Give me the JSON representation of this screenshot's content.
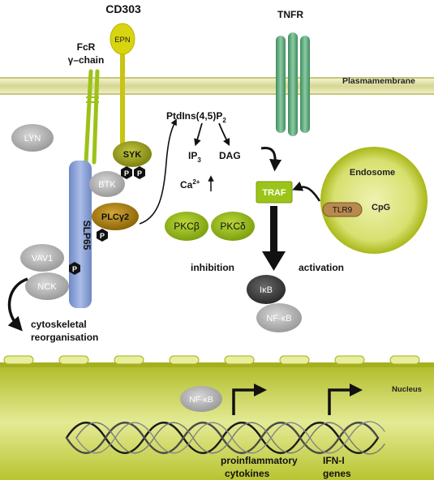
{
  "labels": {
    "cd303": "CD303",
    "epn": "EPN",
    "fcr_line1": "FcR",
    "fcr_line2": "γ–chain",
    "tnfr": "TNFR",
    "plasmamembrane": "Plasmamembrane",
    "ptdins": "PtdIns(4,5)P",
    "ptdins_sub": "2",
    "ip3": "IP",
    "ip3_sub": "3",
    "dag": "DAG",
    "ca": "Ca",
    "ca_sup": "2+",
    "pkcb": "PKCβ",
    "pkcd": "PKCδ",
    "inhibition": "inhibition",
    "activation": "activation",
    "lyn": "LYN",
    "syk": "SYK",
    "btk": "BTK",
    "plcg2": "PLCγ2",
    "slp65": "SLP65",
    "vav1": "VAV1",
    "nck": "NCK",
    "p": "P",
    "cyto_line1": "cytoskeletal",
    "cyto_line2": "reorganisation",
    "endosome": "Endosome",
    "tlr9": "TLR9",
    "cpg": "CpG",
    "traf": "TRAF",
    "ikb": "IκB",
    "nfkb": "NF-κB",
    "nfkb_nucleus": "NF-κB",
    "nucleus": "Nucleus",
    "proinfl_line1": "proinflammatory",
    "proinfl_line2": "cytokines",
    "ifn_line1": "IFN-I",
    "ifn_line2": "genes"
  },
  "colors": {
    "membrane": "#dcdc96",
    "green_light": "#a8c814",
    "green_dark": "#6e9612",
    "epn_yellow": "#d8d410",
    "tnfr_green": "#5aa878",
    "slp65_blue": "#8ca4d8",
    "grey": "#b4b4b4",
    "syk_olive": "#8c9410",
    "plc_brown": "#a07810",
    "nucleus": "#c8d23c"
  }
}
